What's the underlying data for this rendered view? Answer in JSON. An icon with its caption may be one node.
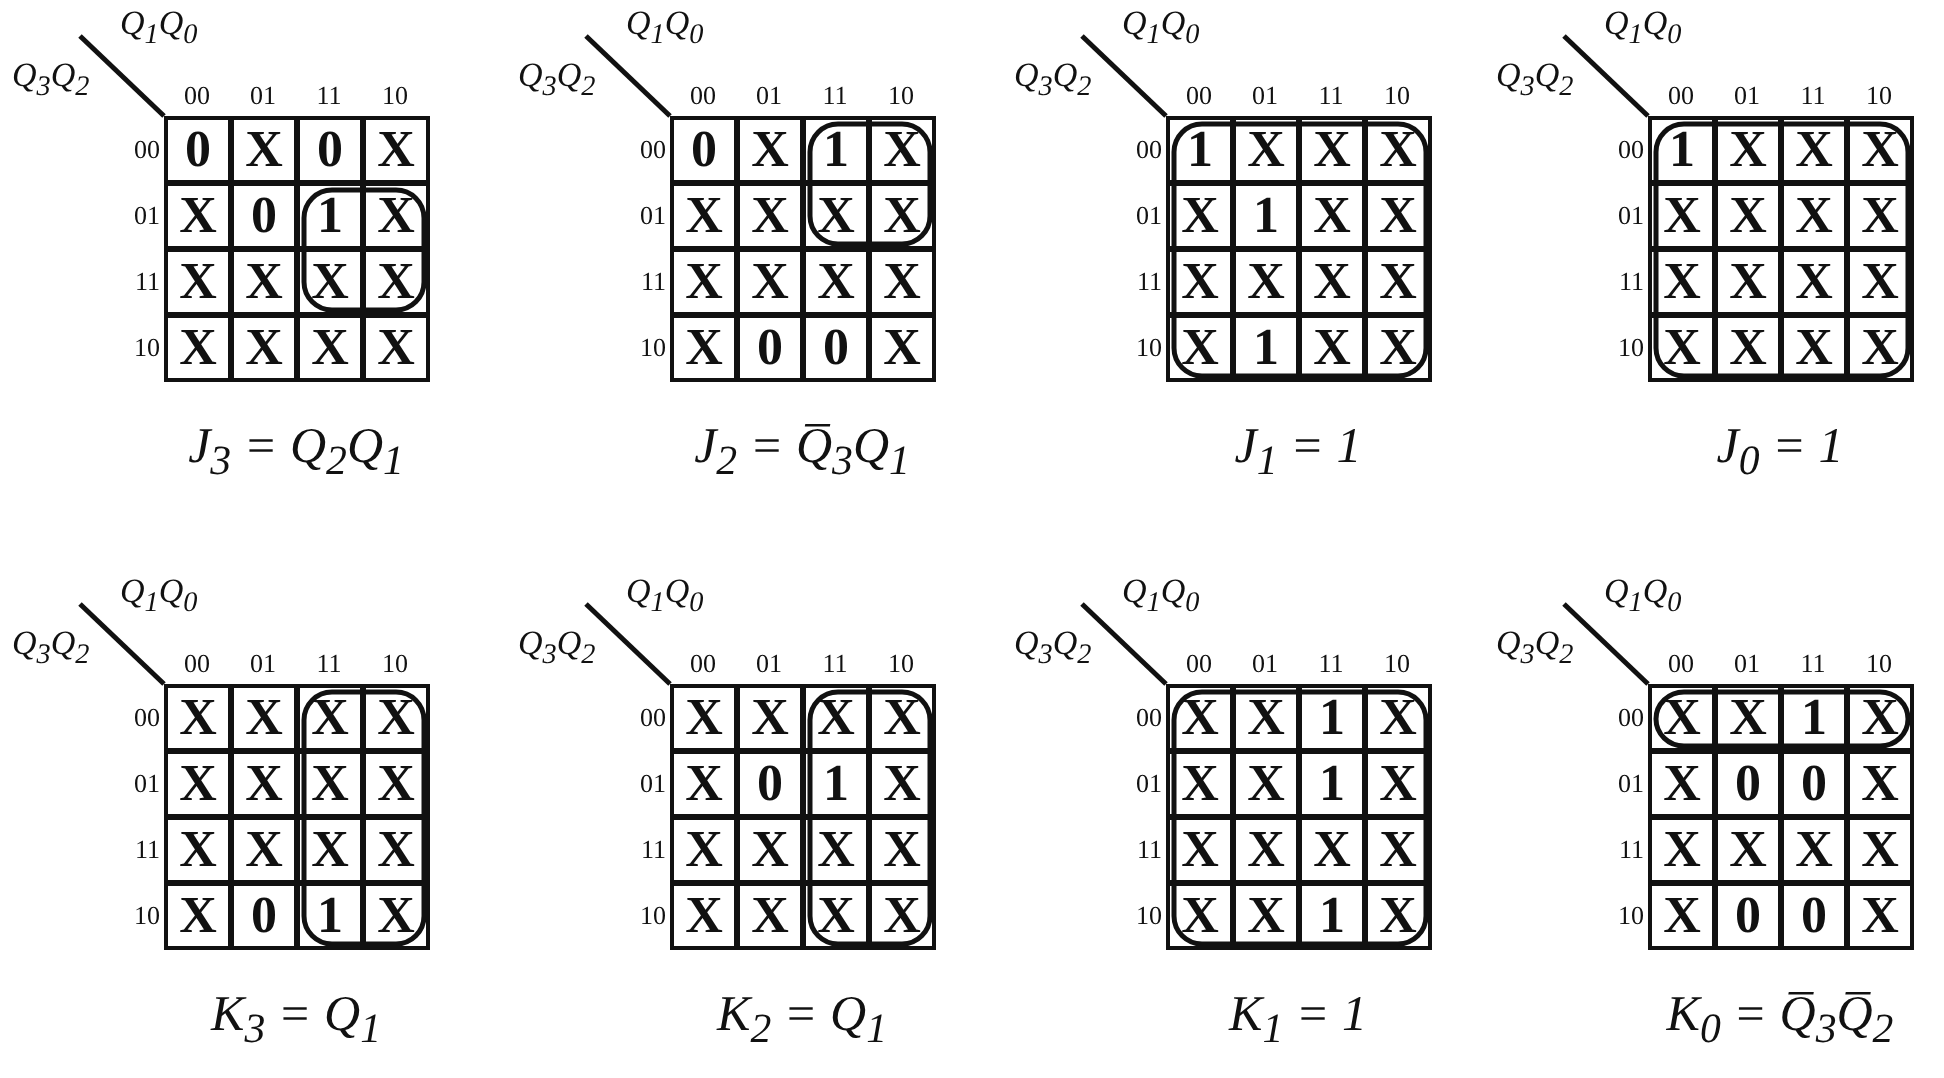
{
  "diagram": {
    "labels": [
      "Q$_{1}$Q$_{0}$",
      "Q$_{3}$Q$_{2}$",
      "00",
      "01",
      "11",
      "10",
      "00",
      "0",
      "X",
      "0",
      "X",
      "01",
      "X",
      "0",
      "1",
      "X",
      "11",
      "X",
      "X",
      "X",
      "X",
      "10",
      "X",
      "X",
      "X",
      "X",
      "J$_{3}$ = Q$_{2}$Q$_{1}$",
      "Q$_{1}$Q$_{0}$",
      "Q$_{3}$Q$_{2}$",
      "00",
      "01",
      "11",
      "10",
      "00",
      "0",
      "X",
      "1",
      "X",
      "01",
      "X",
      "X",
      "X",
      "X",
      "11",
      "X",
      "X",
      "X",
      "X",
      "10",
      "X",
      "0",
      "0",
      "X",
      "J$_{2}$ = Q̅$_{3}$Q$_{1}$",
      "Q$_{1}$Q$_{0}$",
      "Q$_{3}$Q$_{2}$",
      "00",
      "01",
      "11",
      "10",
      "00",
      "1",
      "X",
      "X",
      "X",
      "01",
      "X",
      "1",
      "X",
      "X",
      "11",
      "X",
      "X",
      "X",
      "X",
      "10",
      "X",
      "1",
      "X",
      "X",
      "J$_{1}$ = 1",
      "Q$_{1}$Q$_{0}$",
      "Q$_{3}$Q$_{2}$",
      "00",
      "01",
      "11",
      "10",
      "00",
      "1",
      "X",
      "X",
      "X",
      "01",
      "X",
      "X",
      "X",
      "X",
      "11",
      "X",
      "X",
      "X",
      "X",
      "10",
      "X",
      "X",
      "X",
      "X",
      "J$_{0}$ = 1",
      "Q$_{1}$Q$_{0}$",
      "Q$_{3}$Q$_{2}$",
      "00",
      "01",
      "11",
      "10",
      "00",
      "X",
      "X",
      "X",
      "X",
      "01",
      "X",
      "X",
      "X",
      "X",
      "11",
      "X",
      "X",
      "X",
      "X",
      "10",
      "X",
      "0",
      "1",
      "X",
      "K$_{3}$ = Q$_{1}$",
      "Q$_{1}$Q$_{0}$",
      "Q$_{3}$Q$_{2}$",
      "00",
      "01",
      "11",
      "10",
      "00",
      "X",
      "X",
      "X",
      "X",
      "01",
      "X",
      "0",
      "1",
      "X",
      "11",
      "X",
      "X",
      "X",
      "X",
      "10",
      "X",
      "X",
      "X",
      "X",
      "K$_{2}$ = Q$_{1}$",
      "Q$_{1}$Q$_{0}$",
      "Q$_{3}$Q$_{2}$",
      "00",
      "01",
      "11",
      "10",
      "00",
      "X",
      "X",
      "1",
      "X",
      "01",
      "X",
      "X",
      "1",
      "X",
      "11",
      "X",
      "X",
      "X",
      "X",
      "10",
      "X",
      "X",
      "1",
      "X",
      "K$_{1}$ = 1",
      "Q$_{1}$Q$_{0}$",
      "Q$_{3}$Q$_{2}$",
      "00",
      "01",
      "11",
      "10",
      "00",
      "X",
      "X",
      "1",
      "X",
      "01",
      "X",
      "0",
      "0",
      "X",
      "11",
      "X",
      "X",
      "X",
      "X",
      "10",
      "X",
      "0",
      "0",
      "X",
      "K$_{0}$ = Q̅$_{3}$Q̅$_{2}$"
    ]
  }
}
